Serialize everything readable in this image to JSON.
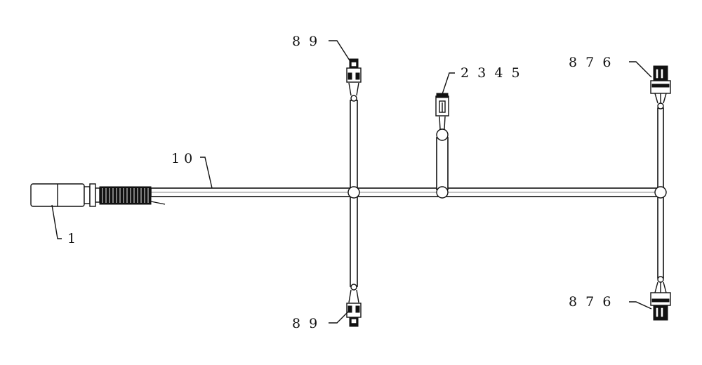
{
  "callouts": {
    "connector_main": "1",
    "sleeve": "1 0",
    "top_left_connector": "8  9",
    "bottom_left_connector": "8  9",
    "middle_connector": "2  3  4  5",
    "top_right_connector": "8  7  6",
    "bottom_right_connector": "8  7  6"
  },
  "colors": {
    "line": "#111111",
    "background": "#ffffff"
  }
}
